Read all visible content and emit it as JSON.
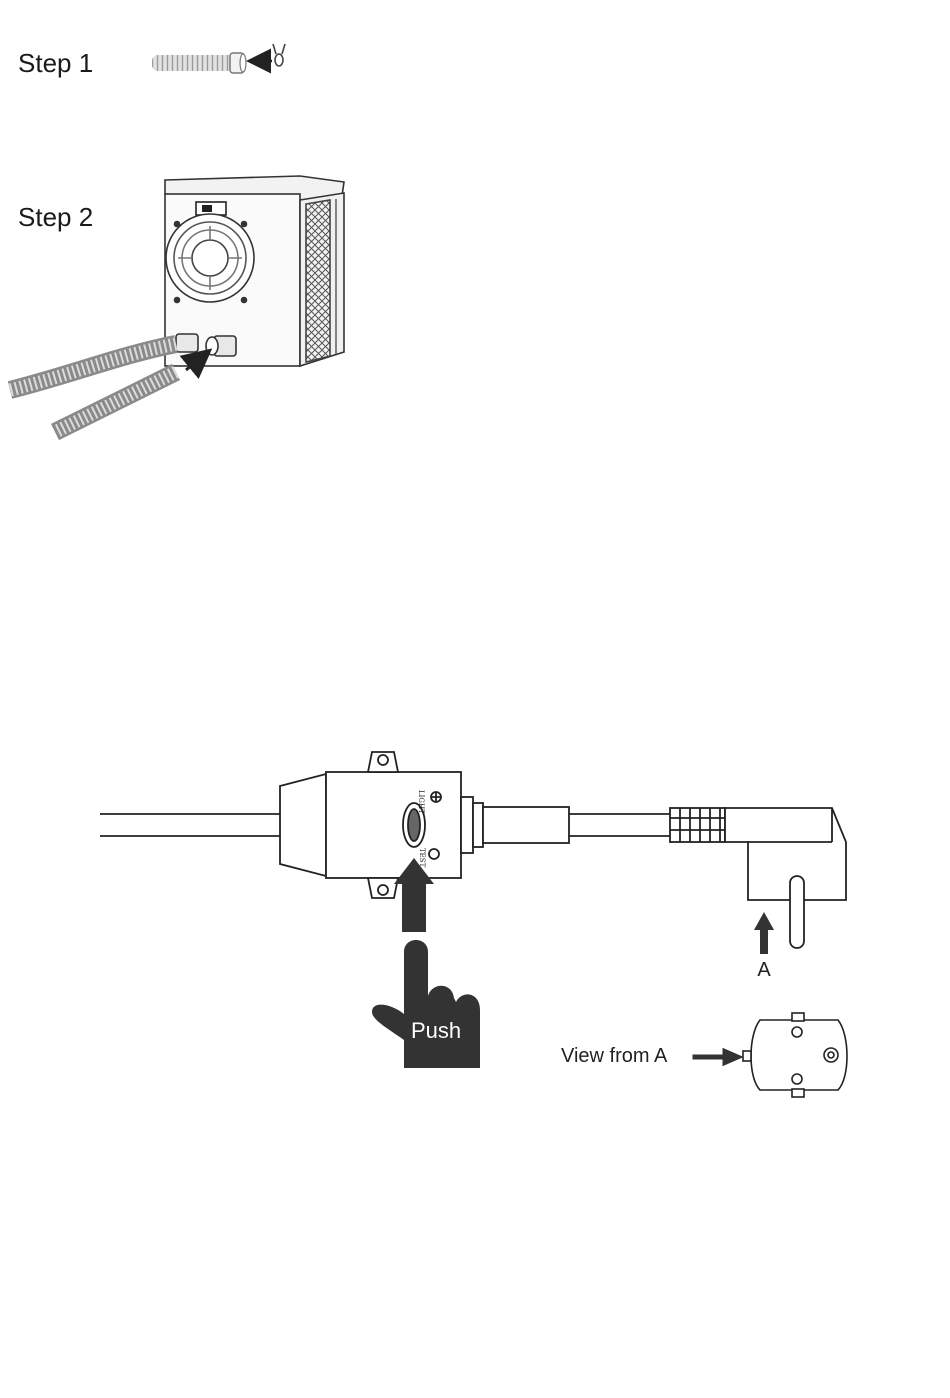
{
  "steps": [
    {
      "label": "Step 1"
    },
    {
      "label": "Step 2"
    }
  ],
  "rcd": {
    "light_label": "LIGHT",
    "test_label": "TEST",
    "push_label": "Push"
  },
  "plug": {
    "point_label": "A",
    "view_label": "View from A"
  },
  "icons": [
    "hose-icon",
    "clamp-icon",
    "heat-pump-icon",
    "rcd-plug-icon",
    "hand-push-icon",
    "schuko-plug-icon",
    "socket-face-icon"
  ]
}
